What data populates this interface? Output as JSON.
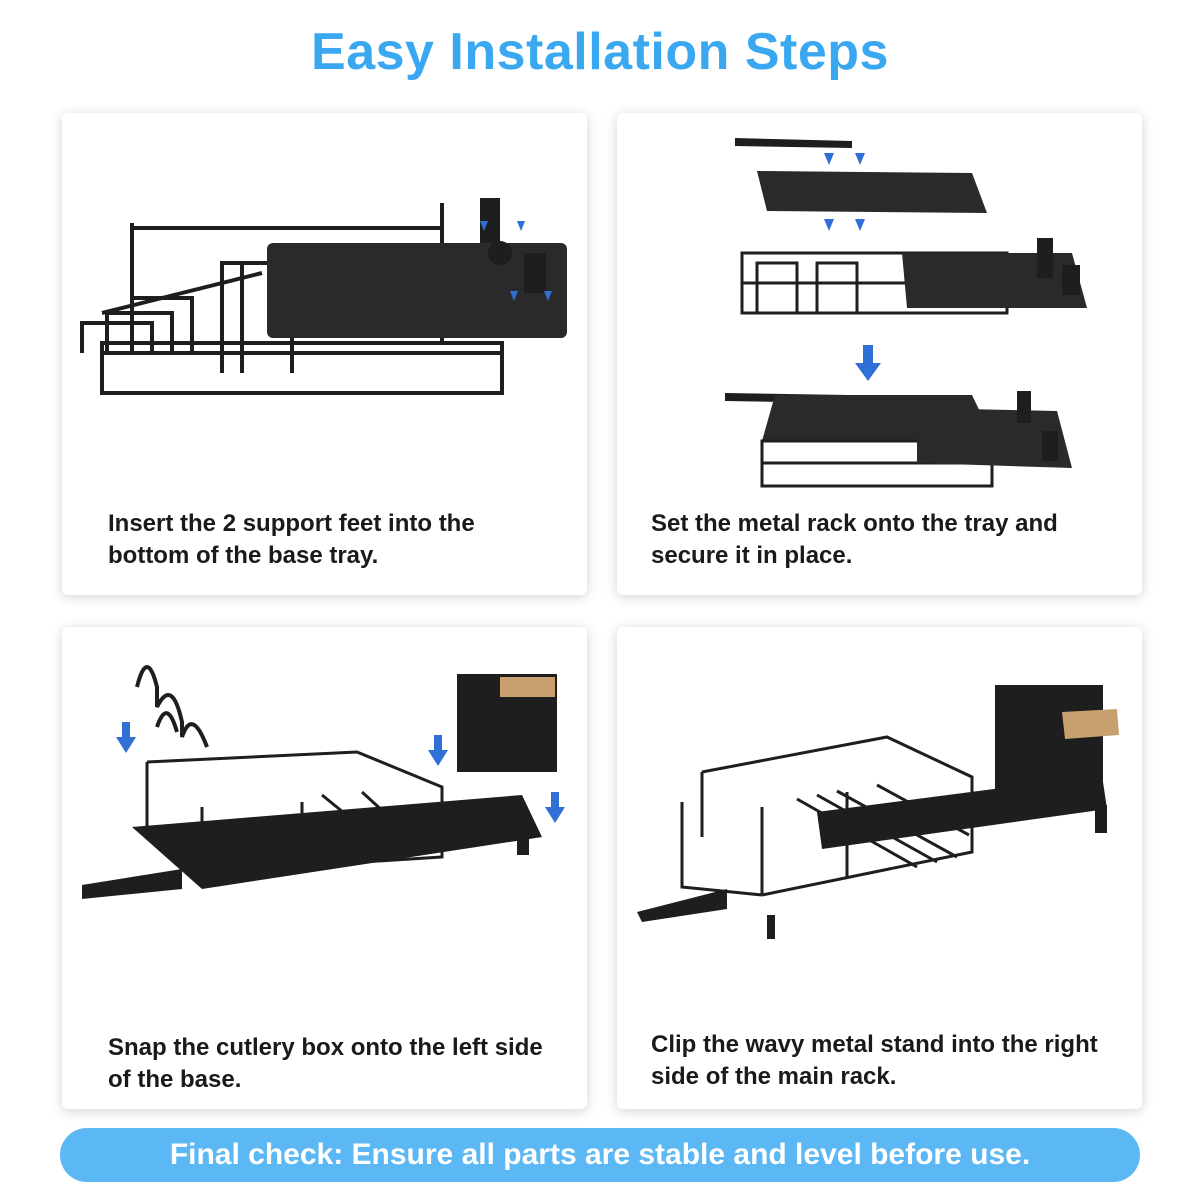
{
  "title": "Easy Installation Steps",
  "steps": [
    {
      "caption": "Insert the 2 support feet into the bottom of the base tray."
    },
    {
      "caption": "Set the metal rack onto the tray and secure it in place."
    },
    {
      "caption": "Snap the cutlery box onto the left side of the base."
    },
    {
      "caption": "Clip the wavy metal stand into the right side of the main rack."
    }
  ],
  "banner": "Final check: Ensure all parts are stable and level before use.",
  "colors": {
    "accent": "#3aa8f0",
    "banner": "#5bb8f5",
    "arrow": "#2f6fd6",
    "product": "#1e1e1e"
  }
}
